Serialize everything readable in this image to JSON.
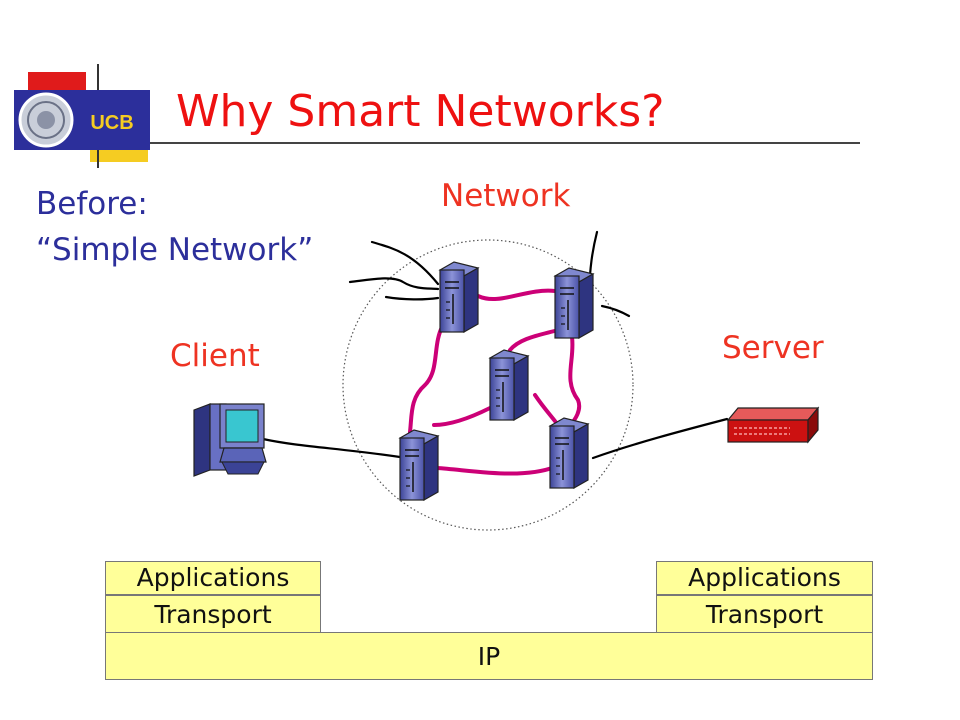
{
  "slide": {
    "title": "Why Smart Networks?",
    "logo_text": "UCB",
    "before_line1": "Before:",
    "before_line2": "“Simple Network”"
  },
  "labels": {
    "network": "Network",
    "client": "Client",
    "server": "Server"
  },
  "stack": {
    "left": {
      "top": "Applications",
      "bottom": "Transport"
    },
    "right": {
      "top": "Applications",
      "bottom": "Transport"
    },
    "base": "IP"
  },
  "colors": {
    "title": "#ee1111",
    "text_blue": "#2c2f9b",
    "link_magenta": "#cc0077",
    "router_blue": "#5a64b8",
    "server_red": "#cc1111",
    "box_fill": "#ffff99"
  },
  "icons": [
    "ucb-seal-icon",
    "router-icon",
    "desktop-computer-icon",
    "server-device-icon"
  ]
}
